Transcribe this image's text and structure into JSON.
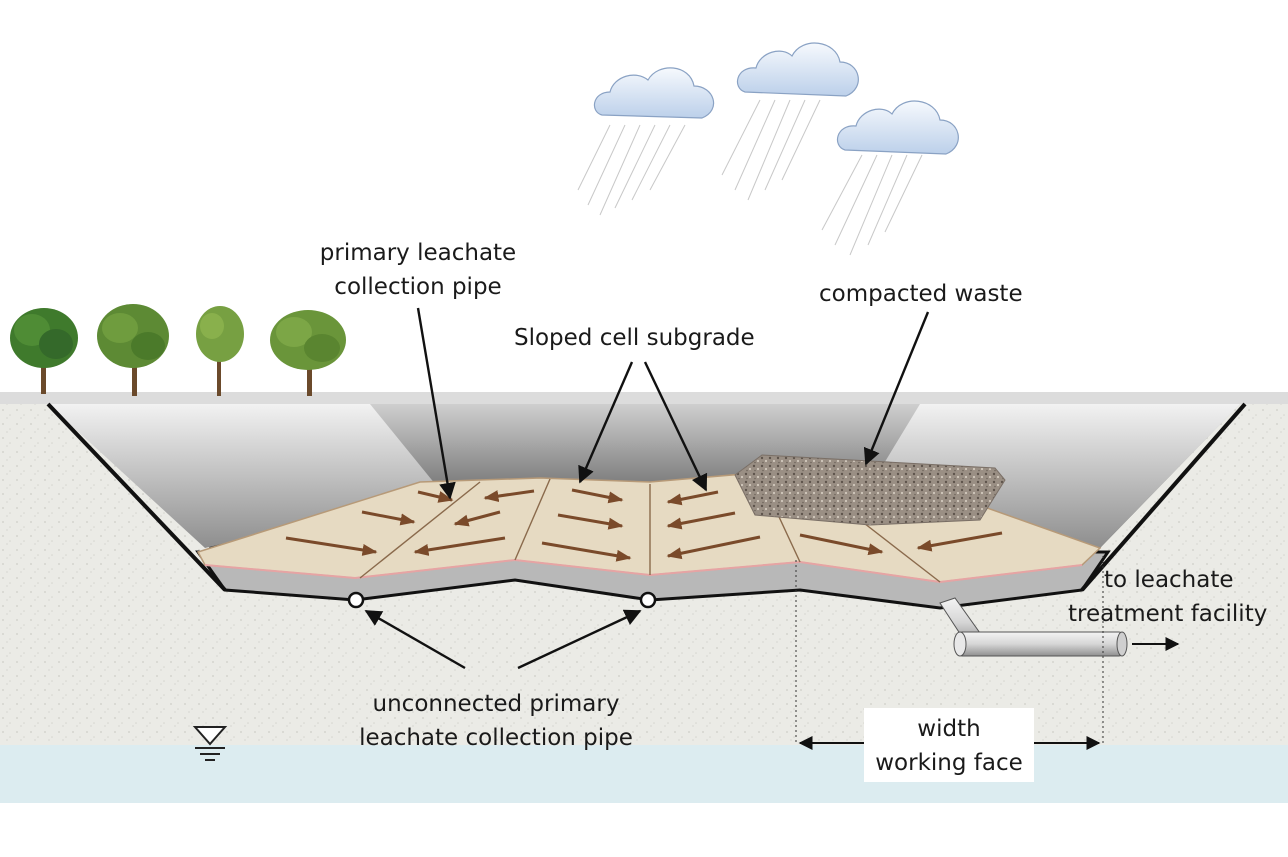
{
  "labels": {
    "primary_pipe_line1": "primary leachate",
    "primary_pipe_line2": "collection pipe",
    "sloped_subgrade": "Sloped cell subgrade",
    "compacted_waste": "compacted waste",
    "treatment_line1": "to leachate",
    "treatment_line2": "treatment facility",
    "unconnected_line1": "unconnected primary",
    "unconnected_line2": "leachate collection pipe",
    "width_line1": "width",
    "width_line2": "working face"
  },
  "colors": {
    "soil": "#ebebe6",
    "liner_dark": "#111111",
    "liner_gray": "#b8b8b8",
    "subgrade": "#e6dac2",
    "flow_arrow": "#7a4a2a",
    "groundwater": "#dcecf0",
    "cloud": "#dde8f6"
  },
  "icons": [
    "tree-icon",
    "cloud-icon",
    "rain-icon",
    "water-table-icon",
    "flow-arrow-icon"
  ]
}
